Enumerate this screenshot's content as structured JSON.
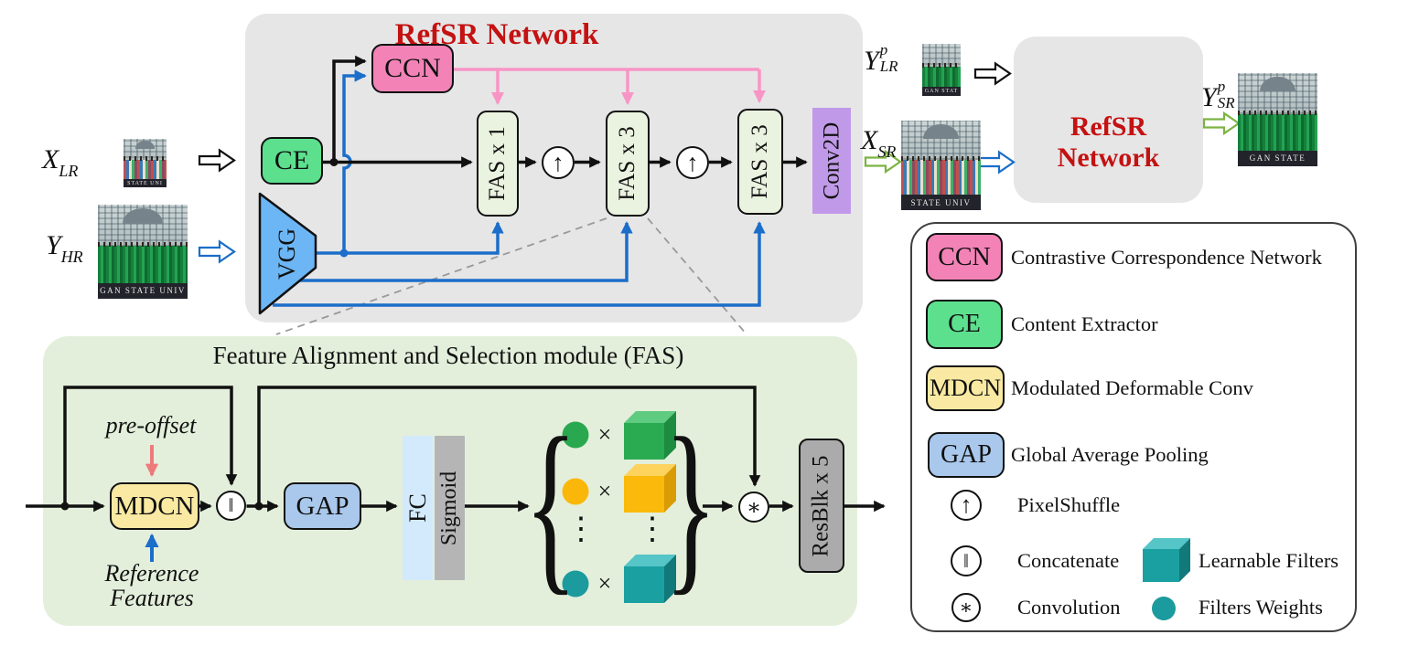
{
  "top_panel": {
    "title": "RefSR Network",
    "blocks": {
      "ccn": "CCN",
      "ce": "CE",
      "vgg": "VGG",
      "fas1": "FAS x 1",
      "fas2": "FAS x 3",
      "fas3": "FAS x 3",
      "conv2d": "Conv2D"
    }
  },
  "second_panel": {
    "title": "RefSR Network"
  },
  "labels": {
    "x_lr": {
      "base": "X",
      "sub": "LR"
    },
    "y_hr": {
      "base": "Y",
      "sub": "HR"
    },
    "y_lr_p": {
      "base": "Y",
      "sup": "p",
      "sub": "LR"
    },
    "x_sr": {
      "base": "X",
      "sub": "SR"
    },
    "y_sr_p": {
      "base": "Y",
      "sup": "p",
      "sub": "SR"
    }
  },
  "thumbs": {
    "x_lr": {
      "band": "STATE UNI"
    },
    "y_hr": {
      "band": "GAN STATE UNIV"
    },
    "y_lr_p": {
      "band": "GAN STAT"
    },
    "x_sr": {
      "band": "STATE UNIV"
    },
    "y_sr_p": {
      "band": "GAN STATE"
    }
  },
  "fas_module": {
    "title": "Feature Alignment and Selection module (FAS)",
    "pre_offset": "pre-offset",
    "reference_line1": "Reference",
    "reference_line2": "Features",
    "blocks": {
      "mdcn": "MDCN",
      "gap": "GAP",
      "fc": "FC",
      "sigmoid": "Sigmoid",
      "resblk": "ResBlk x 5"
    },
    "glyphs": {
      "pixelshuffle": "↑",
      "concat": "‖",
      "conv": "∗",
      "multiply": "×",
      "vdots": "⋮",
      "brace_left": "{",
      "brace_right": "}"
    }
  },
  "legend": {
    "items": [
      {
        "chip": "CCN",
        "desc": "Contrastive Correspondence Network"
      },
      {
        "chip": "CE",
        "desc": "Content Extractor"
      },
      {
        "chip": "MDCN",
        "desc": "Modulated Deformable Conv"
      },
      {
        "chip": "GAP",
        "desc": "Global Average Pooling"
      },
      {
        "icon": "pixelshuffle-icon",
        "desc": "PixelShuffle"
      },
      {
        "icon": "concatenate-icon",
        "desc": "Concatenate"
      },
      {
        "icon": "convolution-icon",
        "desc": "Convolution"
      },
      {
        "icon": "cube-icon",
        "desc": "Learnable Filters"
      },
      {
        "icon": "filled-circle-icon",
        "desc": "Filters Weights"
      }
    ]
  },
  "colors": {
    "ccn": "#f383b7",
    "ce": "#5ce08e",
    "mdcn": "#f9e9a2",
    "gap": "#a9c8ec",
    "fas_block": "#eaf3df",
    "conv2d": "#c09ae8",
    "vgg": "#6cb6f5",
    "panel_gray": "#e6e6e6",
    "module_green": "#e3efdb",
    "title_red": "#c41111",
    "pink_line": "#f995c5",
    "blue_line": "#1b6ec9",
    "salmon_arrow": "#ee7b7b",
    "teal": "#1b9b9d",
    "filter_green": "#2aa84f",
    "filter_amber": "#fbb709",
    "resblk": "#ababab",
    "fc": "#d3eafc",
    "sigmoid": "#b5b5b5",
    "outline_green_arrow": "#7cb342"
  }
}
